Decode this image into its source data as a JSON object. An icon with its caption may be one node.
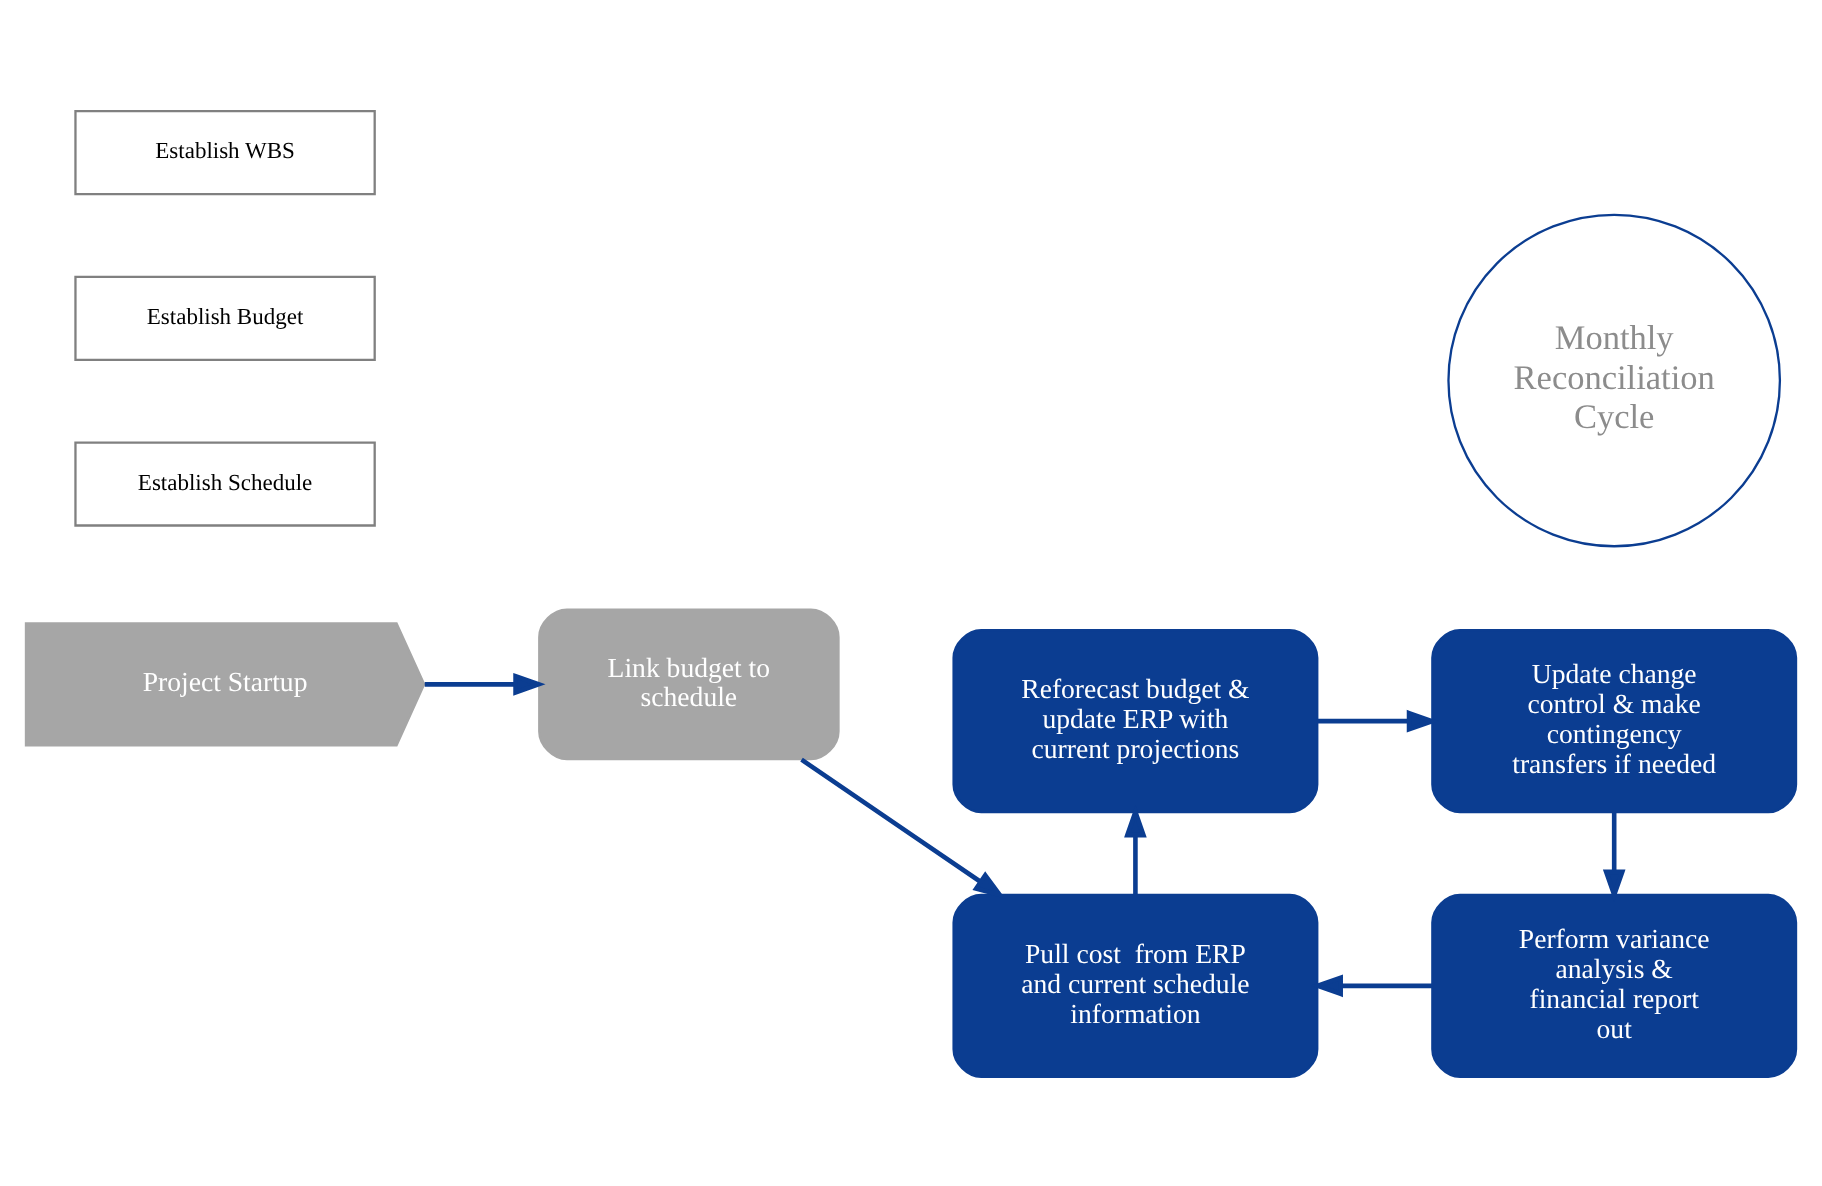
{
  "diagram": {
    "nodes": [
      {
        "text": [
          "Establish WBS"
        ]
      },
      {
        "text": [
          "Establish Budget"
        ]
      },
      {
        "text": [
          "Establish Schedule"
        ]
      },
      {
        "text": [
          "Project Startup"
        ]
      },
      {
        "text": [
          "Link budget to schedule"
        ]
      },
      {
        "text": [
          "Reforecast budget & update ERP with current projections"
        ]
      },
      {
        "text": [
          "Update change control & make contingency transfers if needed"
        ]
      },
      {
        "text": [
          "Perform variance analysis & financial report out"
        ]
      },
      {
        "text": [
          "Pull cost  from ERP and current schedule information"
        ]
      },
      {
        "text": [
          "Monthly Reconciliation Cycle"
        ]
      }
    ],
    "edges": [
      {
        "from": 3,
        "to": 4,
        "arrow": "to"
      },
      {
        "from": 4,
        "to": 8,
        "arrow": "to"
      },
      {
        "from": 5,
        "to": 6,
        "arrow": "to"
      },
      {
        "from": 6,
        "to": 7,
        "arrow": "to"
      },
      {
        "from": 7,
        "to": 8,
        "arrow": "to"
      },
      {
        "from": 8,
        "to": 5,
        "arrow": "to"
      }
    ]
  }
}
